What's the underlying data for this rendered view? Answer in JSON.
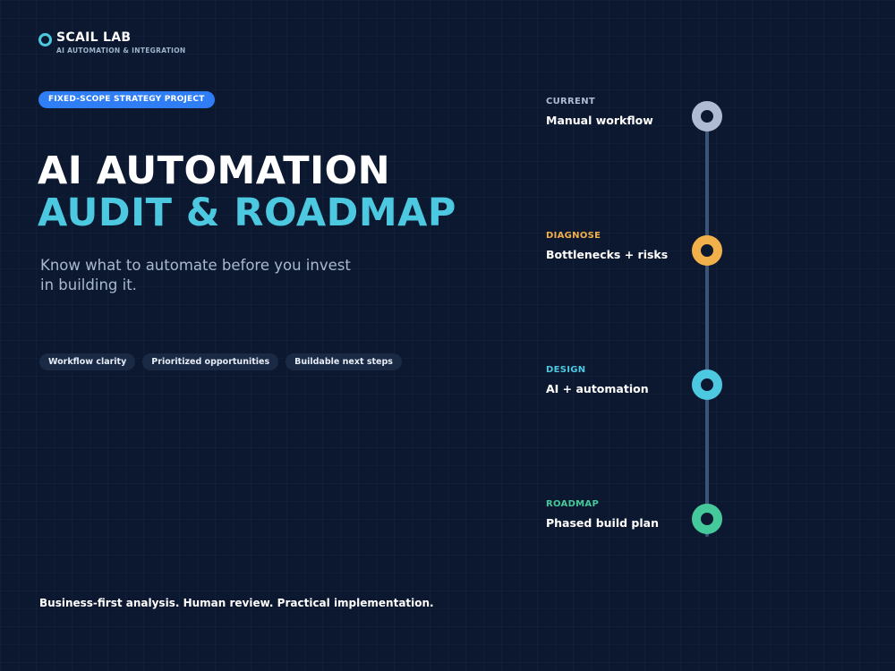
{
  "brand": {
    "name": "SCAIL LAB",
    "tagline": "AI AUTOMATION & INTEGRATION",
    "icon": "ring-logo-icon"
  },
  "badge": "FIXED-SCOPE STRATEGY PROJECT",
  "hero": {
    "title_line1": "AI AUTOMATION",
    "title_line2": "AUDIT & ROADMAP",
    "subtitle_line1": "Know what to automate before you invest",
    "subtitle_line2": "in building it."
  },
  "pills": [
    "Workflow clarity",
    "Prioritized opportunities",
    "Buildable next steps"
  ],
  "timeline": [
    {
      "label": "CURRENT",
      "title": "Manual workflow",
      "color": "#aebbd3"
    },
    {
      "label": "DIAGNOSE",
      "title": "Bottlenecks + risks",
      "color": "#f2b04a"
    },
    {
      "label": "DESIGN",
      "title": "AI + automation",
      "color": "#4cc9e0"
    },
    {
      "label": "ROADMAP",
      "title": "Phased build plan",
      "color": "#45c99a"
    }
  ],
  "footer": "Business-first analysis. Human review. Practical implementation.",
  "colors": {
    "background": "#0c1830",
    "accent": "#4cc9e0",
    "badge": "#2f7ef5"
  }
}
